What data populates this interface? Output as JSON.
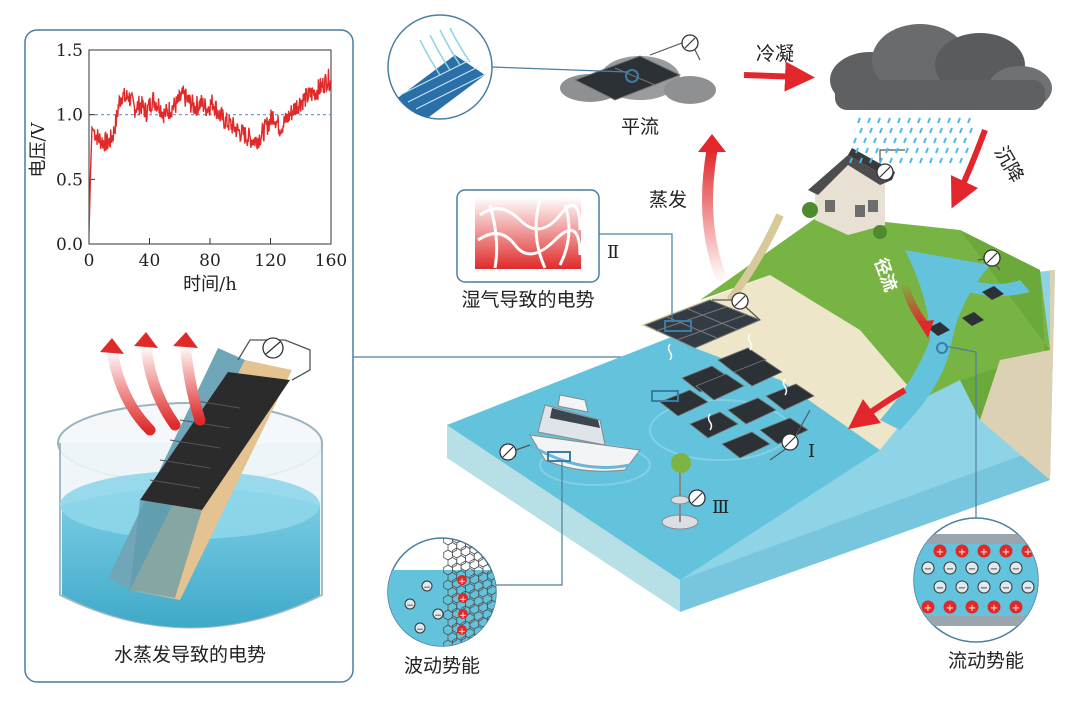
{
  "labels": {
    "condense": "冷凝",
    "advection": "平流",
    "precipitation": "沉降",
    "evaporation": "蒸发",
    "runoff": "径流",
    "moisture_potential": "湿气导致的电势",
    "water_evap_potential": "水蒸发导致的电势",
    "wave_energy": "波动势能",
    "flow_energy": "流动势能",
    "roman_1": "Ⅰ",
    "roman_2": "Ⅱ",
    "roman_3": "Ⅲ"
  },
  "colors": {
    "panel_border": "#4a7fa0",
    "water": "#63c3dc",
    "water_dark": "#3aa9c8",
    "land_green": "#78b443",
    "arrow_red": "#e2262b",
    "curve_red": "#e02a2a",
    "cloud": "#5f6062",
    "rain": "#4db8e6"
  },
  "icons": [
    "voltmeter-icon",
    "cloud-icon",
    "house-icon",
    "boat-icon",
    "buoy-icon",
    "solar-panel-icon",
    "beaker-icon"
  ],
  "chart_data": {
    "type": "line",
    "xlabel": "时间/h",
    "ylabel": "电压/V",
    "xlim": [
      0,
      160
    ],
    "ylim": [
      0,
      1.5
    ],
    "xticks": [
      0,
      40,
      80,
      120,
      160
    ],
    "yticks": [
      "0.0",
      "0.5",
      "1.0",
      "1.5"
    ],
    "reference_line": 1.0,
    "series": [
      {
        "x": [
          0,
          1,
          2,
          4,
          6,
          8,
          10,
          12,
          14,
          16,
          18,
          20,
          22,
          24,
          26,
          28,
          30,
          34,
          38,
          42,
          46,
          50,
          54,
          58,
          62,
          66,
          70,
          74,
          78,
          82,
          86,
          90,
          94,
          98,
          102,
          106,
          110,
          114,
          118,
          122,
          126,
          130,
          134,
          138,
          142,
          146,
          150,
          154,
          158,
          160
        ],
        "y": [
          0.08,
          0.55,
          0.9,
          0.86,
          0.82,
          0.8,
          0.79,
          0.78,
          0.8,
          0.85,
          0.95,
          1.1,
          1.16,
          1.12,
          1.15,
          1.1,
          1.05,
          1.08,
          1.02,
          1.12,
          1.08,
          1.0,
          1.05,
          1.08,
          1.15,
          1.1,
          1.06,
          1.09,
          1.05,
          1.1,
          1.0,
          0.95,
          0.92,
          0.88,
          0.85,
          0.82,
          0.8,
          0.84,
          0.92,
          1.0,
          0.9,
          0.95,
          1.02,
          1.08,
          1.12,
          1.15,
          1.18,
          1.22,
          1.28,
          1.25
        ]
      }
    ]
  }
}
